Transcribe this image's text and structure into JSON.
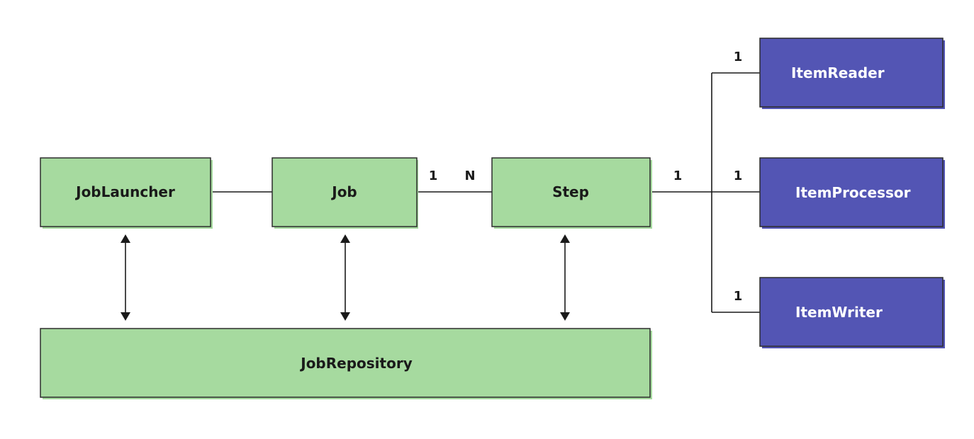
{
  "colors": {
    "core_box_fill": "#a6da9f",
    "item_box_fill": "#5355b4",
    "line": "#1a1a1a"
  },
  "nodes": {
    "job_launcher": "JobLauncher",
    "job": "Job",
    "step": "Step",
    "job_repository": "JobRepository",
    "item_reader": "ItemReader",
    "item_processor": "ItemProcessor",
    "item_writer": "ItemWriter"
  },
  "multiplicities": {
    "job_side": "1",
    "step_side": "N",
    "step_out": "1",
    "reader": "1",
    "processor": "1",
    "writer": "1"
  }
}
